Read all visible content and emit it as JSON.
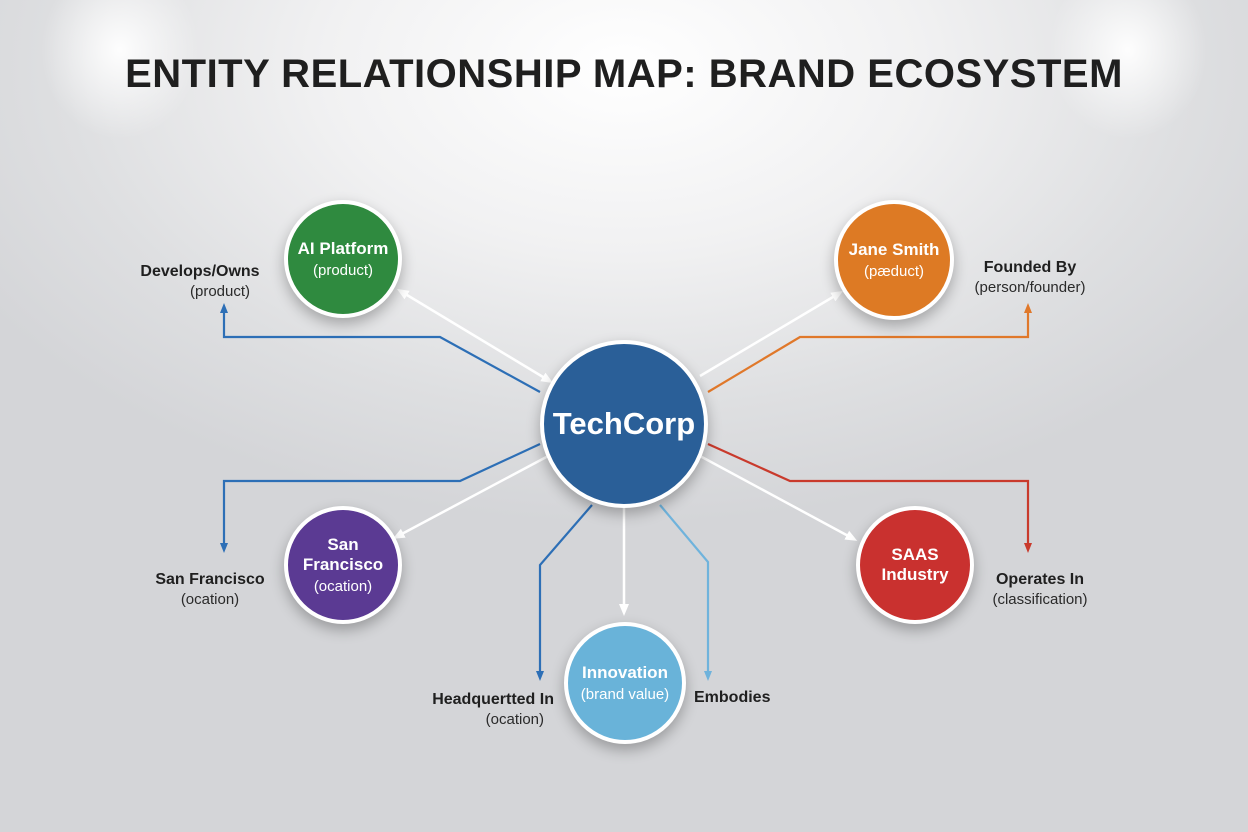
{
  "title": "ENTITY RELATIONSHIP MAP: BRAND ECOSYSTEM",
  "nodes": {
    "center": {
      "title": "TechCorp",
      "color": "#2a5f98"
    },
    "ai_platform": {
      "title": "AI Platform",
      "sub": "(product)",
      "color": "#2f8a3f"
    },
    "jane_smith": {
      "title": "Jane Smith",
      "sub": "(pæduct)",
      "color": "#dd7a24"
    },
    "san_francisco": {
      "title": "San Francisco",
      "sub": "(ocation)",
      "color": "#5b3a93"
    },
    "saas": {
      "title": "SAAS Industry",
      "color": "#c9312f"
    },
    "innovation": {
      "title": "Innovation",
      "sub": "(brand value)",
      "color": "#69b3d9"
    }
  },
  "labels": {
    "develops": {
      "title": "Develops/Owns",
      "sub": "(product)"
    },
    "founded": {
      "title": "Founded By",
      "sub": "(person/founder)"
    },
    "san_francisco": {
      "title": "San Francisco",
      "sub": "(ocation)"
    },
    "operates": {
      "title": "Operates In",
      "sub": "(classification)"
    },
    "headquartered": {
      "title": "Headquertted In",
      "sub": "(ocation)"
    },
    "embodies": {
      "title": "Embodies"
    }
  },
  "link_colors": {
    "blue": "#2d6fb6",
    "orange": "#e0782a",
    "red": "#c93a2c",
    "lightblue": "#6fb3dc",
    "white": "#ffffff"
  }
}
